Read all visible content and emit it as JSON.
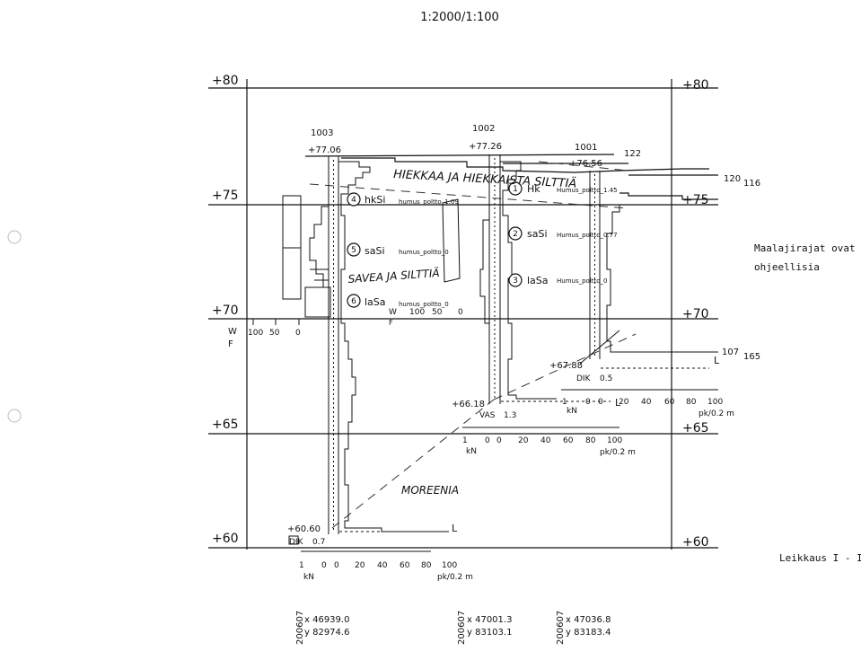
{
  "header": {
    "scale": "1:2000/1:100"
  },
  "elevations": {
    "e80": "+80",
    "e75": "+75",
    "e70": "+70",
    "e65": "+65",
    "e60": "+60"
  },
  "bh1003": {
    "id": "1003",
    "top": "+77.06",
    "bottom": "+60.60",
    "layers": [
      {
        "num": "4",
        "soil": "hkSi",
        "test": "humus_poltto_1.09"
      },
      {
        "num": "5",
        "soil": "saSi",
        "test": "humus_poltto_0"
      },
      {
        "num": "6",
        "soil": "laSa",
        "test": "humus_poltto_0"
      }
    ],
    "dik": "DIK",
    "dik_val": "0.7"
  },
  "bh1002": {
    "id": "1002",
    "top": "+77.26",
    "bottom": "+66.18",
    "layers": [
      {
        "num": "1",
        "soil": "Hk",
        "test": "Humus_poltto_1.45"
      },
      {
        "num": "2",
        "soil": "saSi",
        "test": "Humus_poltto_0.77"
      },
      {
        "num": "3",
        "soil": "laSa",
        "test": "Humus_poltto_0"
      }
    ],
    "vas": "VAS",
    "vas_val": "1.3"
  },
  "bh1001": {
    "id": "1001",
    "top": "+76.56",
    "bottom": "+67.88",
    "dik": "DIK",
    "dik_val": "0.5"
  },
  "side_labels": {
    "b122": "122",
    "b120": "120",
    "b116": "116",
    "b107": "107",
    "b165": "165",
    "l_mark": "L"
  },
  "scales": {
    "wf_w": "W",
    "wf_f": "F",
    "wf_ticks": [
      "100",
      "50",
      "0"
    ],
    "kn_ticks": [
      "1",
      "0"
    ],
    "pk_ticks": [
      "0",
      "20",
      "40",
      "60",
      "80",
      "100"
    ],
    "kn": "kN",
    "pk": "pk/0.2 m"
  },
  "soil_labels": {
    "hiekkaa": "HIEKKAA JA HIEKKAISTA SILTTIÄ",
    "saveaa": "SAVEA JA SILTTIÄ",
    "moreenia": "MOREENIA"
  },
  "notes": {
    "maalajirajat": "Maalajirajat ovat",
    "ohjeellisia": "ohjeellisia",
    "leikkaus": "Leikkaus I - I"
  },
  "coords": [
    {
      "code": "200607",
      "x": "x  46939.0",
      "y": "y  82974.6"
    },
    {
      "code": "200607",
      "x": "x  47001.3",
      "y": "y  83103.1"
    },
    {
      "code": "200607",
      "x": "x  47036.8",
      "y": "y  83183.4"
    }
  ]
}
